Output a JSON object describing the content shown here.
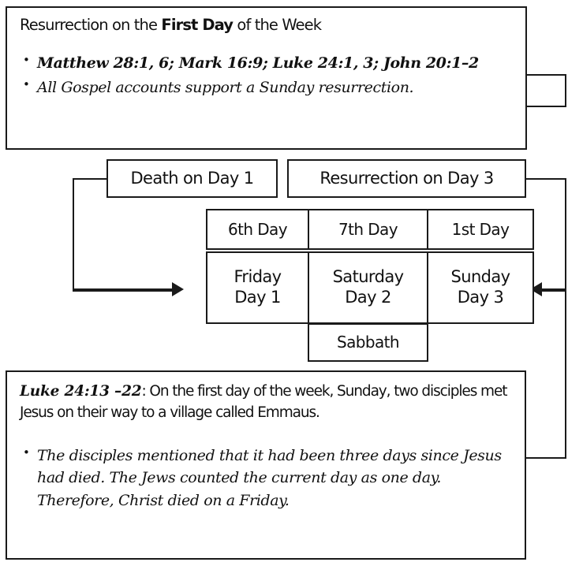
{
  "diagram": {
    "title": "Resurrection on the First Day of the Week",
    "top_panel": {
      "heading_pre": "Resurrection on the ",
      "heading_bold": "First Day",
      "heading_post": " of the Week",
      "bullets": [
        "Matthew 28:1, 6; Mark 16:9; Luke 24:1, 3; John 20:1–2",
        "All Gospel accounts support a Sunday resurrection."
      ]
    },
    "event_boxes": {
      "death": "Death on Day 1",
      "resurrection": "Resurrection on Day 3"
    },
    "ordinal_row": [
      "6th Day",
      "7th Day",
      "1st Day"
    ],
    "day_row": [
      "Friday\nDay 1",
      "Saturday\nDay 2",
      "Sunday\nDay 3"
    ],
    "sabbath": "Sabbath",
    "bottom_panel": {
      "verse_ref": "Luke 24:13 –22",
      "verse_text": ": On the first day of the week, Sunday, two disciples met Jesus on their way to a village called Emmaus.",
      "bullets": [
        "The disciples mentioned that it had been three days since Jesus had died. The Jews  counted the current day as one day. Therefore, Christ died on a Friday."
      ]
    },
    "colors": {
      "stroke": "#1a1a1a",
      "background": "#ffffff",
      "text": "#111111"
    }
  }
}
